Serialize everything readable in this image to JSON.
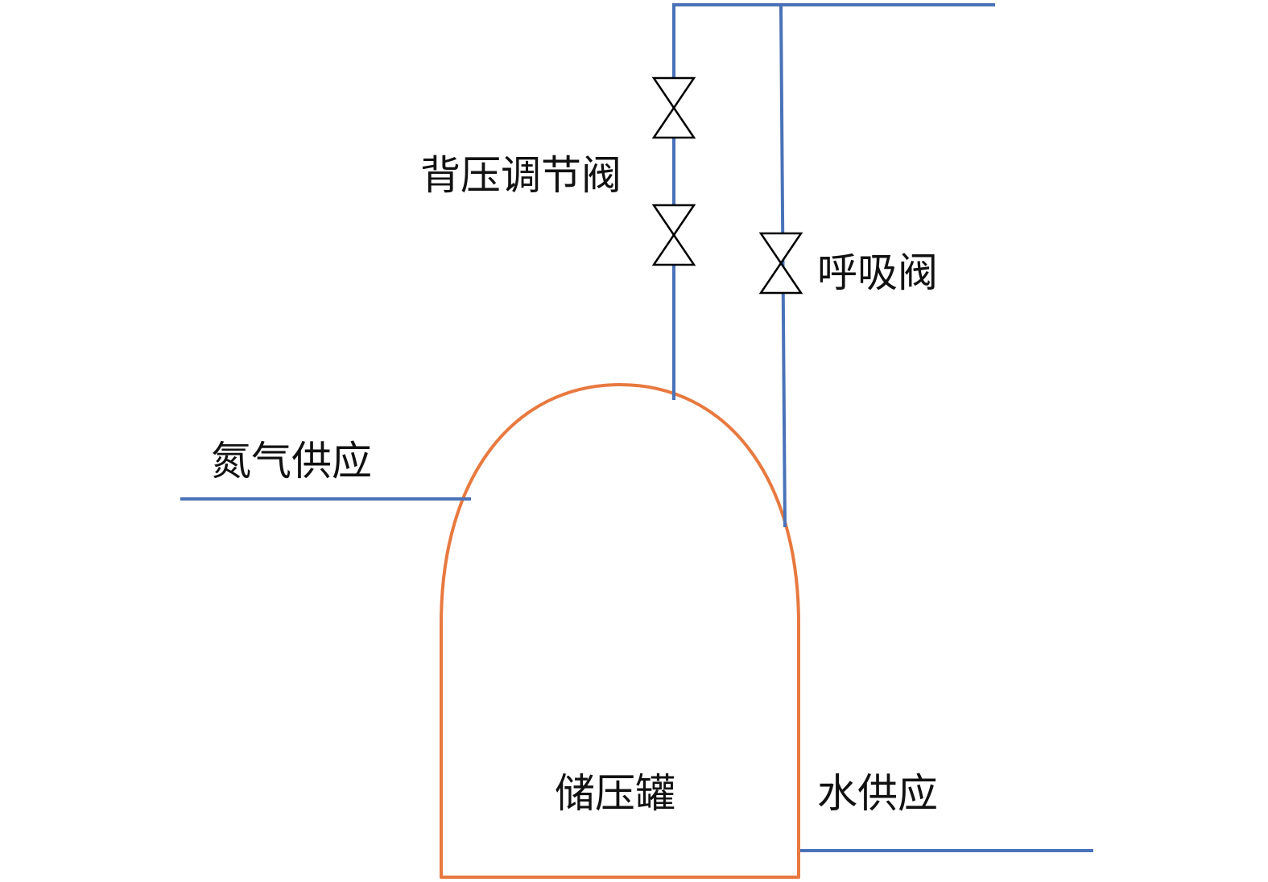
{
  "diagram": {
    "labels": {
      "back_pressure_valve": "背压调节阀",
      "breather_valve": "呼吸阀",
      "nitrogen_supply": "氮气供应",
      "pressure_tank": "储压罐",
      "water_supply": "水供应"
    },
    "colors": {
      "pipe": "#4a72b8",
      "tank": "#e8793f",
      "valve": "#000000",
      "text": "#111111"
    },
    "icons": {
      "valve": "gate-valve-icon"
    }
  }
}
